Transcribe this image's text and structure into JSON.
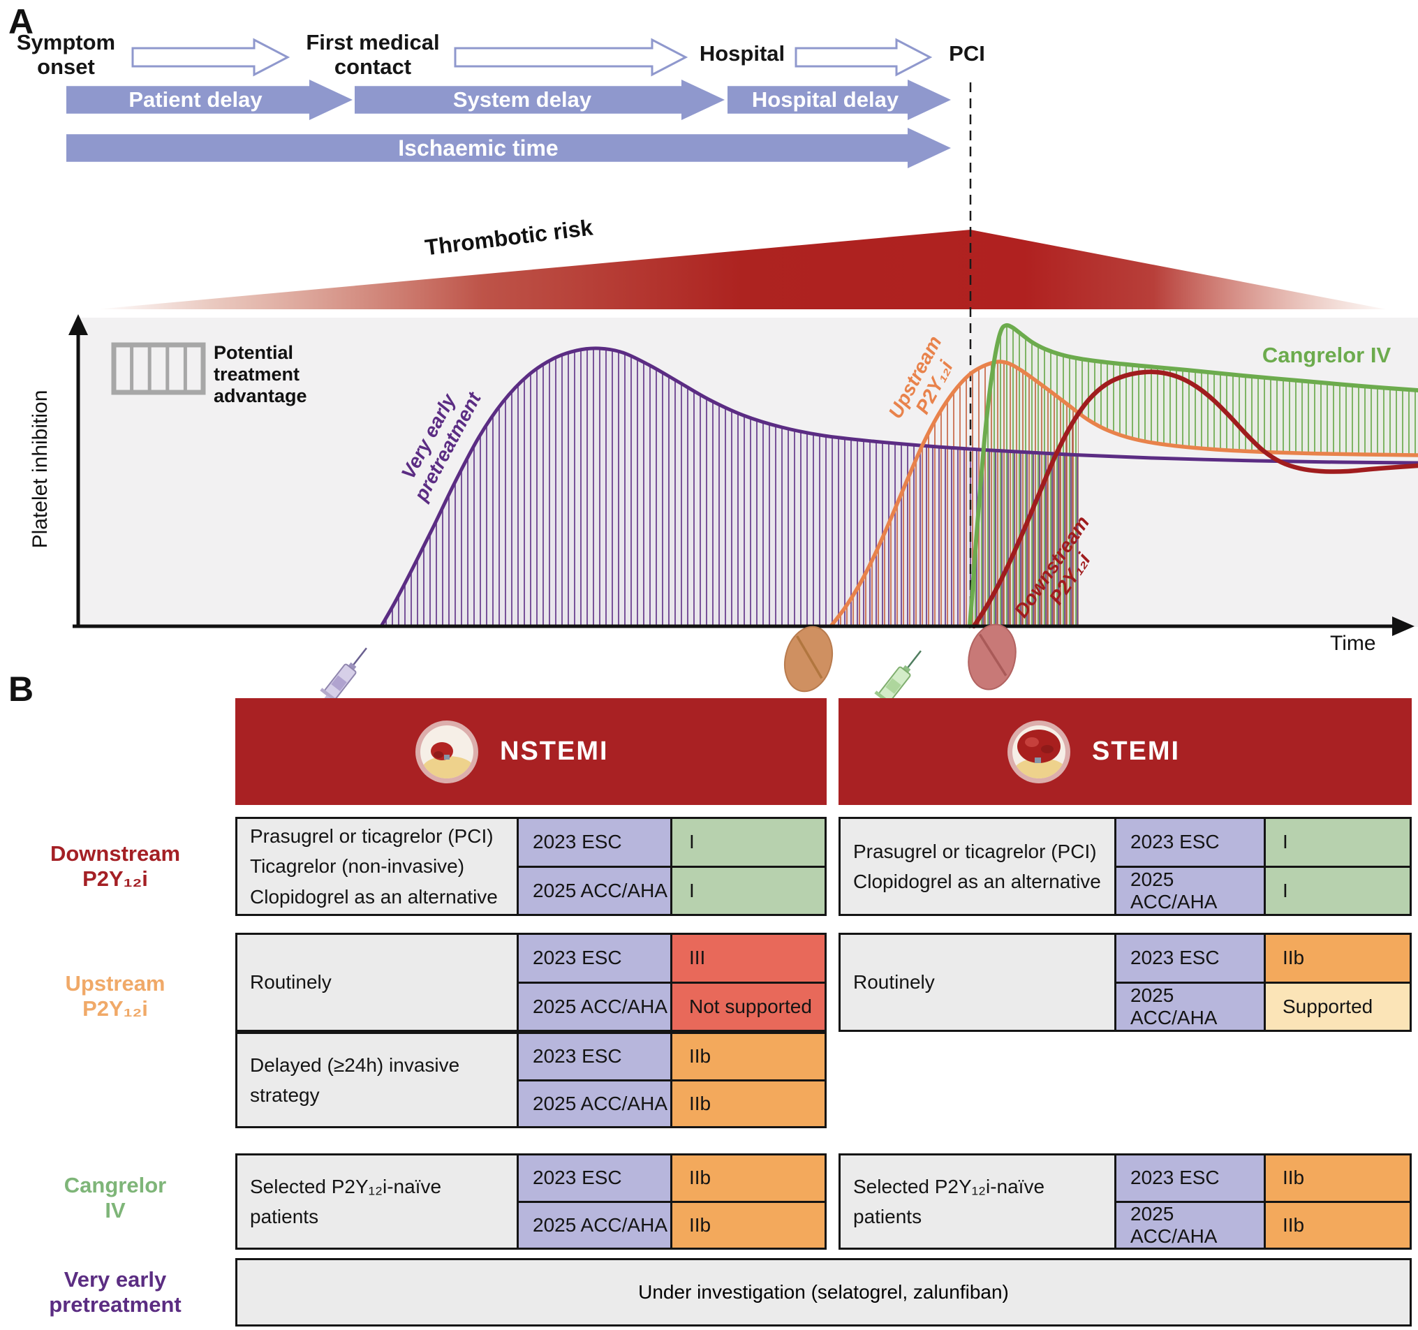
{
  "panelA": {
    "label": "A",
    "stages": {
      "symptom_onset": "Symptom\nonset",
      "first_medical_contact": "First medical\ncontact",
      "hospital": "Hospital",
      "pci": "PCI"
    },
    "delays": {
      "patient": "Patient delay",
      "system": "System delay",
      "hospital": "Hospital delay"
    },
    "ischaemic_time": "Ischaemic time",
    "thrombotic_risk": "Thrombotic risk",
    "legend": "Potential\ntreatment\nadvantage",
    "y_axis_label": "Platelet inhibition",
    "x_axis_label": "Time",
    "curve_labels": {
      "very_early": "Very early\npretreatment",
      "upstream": "Upstream\nP2Y₁₂i",
      "downstream": "Downstream\nP2Y₁₂i",
      "cangrelor": "Cangrelor IV"
    },
    "colors": {
      "arrow_blue": "#8f98cd",
      "thrombotic_red": "#b02421",
      "purple": "#5b2c83",
      "orange": "#e8824b",
      "green": "#6cab4d",
      "dark_red": "#a01c1e",
      "chart_bg": "#f2f1f2"
    }
  },
  "chart_data": {
    "type": "line",
    "x_axis_label": "Time",
    "y_axis_label": "Platelet inhibition",
    "annotation": "Dashed vertical line marks PCI; hatched areas show potential treatment advantage",
    "series": [
      {
        "name": "Very early pretreatment",
        "color": "#5b2c83",
        "width": 5,
        "points": [
          [
            546,
            897
          ],
          [
            566,
            862
          ],
          [
            592,
            812
          ],
          [
            620,
            756
          ],
          [
            652,
            690
          ],
          [
            686,
            626
          ],
          [
            720,
            576
          ],
          [
            756,
            538
          ],
          [
            792,
            514
          ],
          [
            826,
            502
          ],
          [
            858,
            499
          ],
          [
            892,
            505
          ],
          [
            930,
            523
          ],
          [
            970,
            546
          ],
          [
            1015,
            572
          ],
          [
            1065,
            595
          ],
          [
            1120,
            612
          ],
          [
            1180,
            624
          ],
          [
            1250,
            632
          ],
          [
            1330,
            639
          ],
          [
            1420,
            645
          ],
          [
            1530,
            651
          ],
          [
            1650,
            656
          ],
          [
            1800,
            660
          ],
          [
            1920,
            662
          ],
          [
            2031,
            663
          ]
        ]
      },
      {
        "name": "Upstream P2Y₁₂i",
        "color": "#e8824b",
        "width": 5.5,
        "points": [
          [
            1190,
            897
          ],
          [
            1212,
            868
          ],
          [
            1234,
            832
          ],
          [
            1256,
            788
          ],
          [
            1278,
            738
          ],
          [
            1300,
            686
          ],
          [
            1322,
            636
          ],
          [
            1344,
            594
          ],
          [
            1366,
            561
          ],
          [
            1388,
            537
          ],
          [
            1405,
            526
          ],
          [
            1420,
            520
          ],
          [
            1432,
            518
          ],
          [
            1446,
            521
          ],
          [
            1462,
            530
          ],
          [
            1482,
            544
          ],
          [
            1505,
            561
          ],
          [
            1530,
            580
          ],
          [
            1558,
            601
          ],
          [
            1588,
            617
          ],
          [
            1625,
            629
          ],
          [
            1670,
            637
          ],
          [
            1730,
            643
          ],
          [
            1800,
            647
          ],
          [
            1900,
            650
          ],
          [
            2031,
            652
          ]
        ]
      },
      {
        "name": "Cangrelor IV",
        "color": "#6cab4d",
        "width": 6,
        "points": [
          [
            1389,
            897
          ],
          [
            1393,
            845
          ],
          [
            1398,
            775
          ],
          [
            1404,
            700
          ],
          [
            1411,
            620
          ],
          [
            1419,
            550
          ],
          [
            1427,
            500
          ],
          [
            1434,
            473
          ],
          [
            1441,
            466
          ],
          [
            1450,
            469
          ],
          [
            1462,
            478
          ],
          [
            1478,
            490
          ],
          [
            1497,
            500
          ],
          [
            1520,
            508
          ],
          [
            1548,
            514
          ],
          [
            1585,
            519
          ],
          [
            1635,
            524
          ],
          [
            1700,
            530
          ],
          [
            1780,
            538
          ],
          [
            1870,
            546
          ],
          [
            1950,
            553
          ],
          [
            2031,
            559
          ]
        ]
      },
      {
        "name": "Downstream P2Y₁₂i",
        "color": "#a01c1e",
        "width": 6.5,
        "points": [
          [
            1395,
            897
          ],
          [
            1417,
            862
          ],
          [
            1440,
            818
          ],
          [
            1464,
            765
          ],
          [
            1488,
            708
          ],
          [
            1512,
            652
          ],
          [
            1536,
            606
          ],
          [
            1560,
            572
          ],
          [
            1585,
            550
          ],
          [
            1612,
            538
          ],
          [
            1640,
            533
          ],
          [
            1665,
            534
          ],
          [
            1690,
            541
          ],
          [
            1714,
            554
          ],
          [
            1738,
            573
          ],
          [
            1762,
            597
          ],
          [
            1786,
            623
          ],
          [
            1810,
            646
          ],
          [
            1835,
            662
          ],
          [
            1862,
            671
          ],
          [
            1892,
            675
          ],
          [
            1930,
            675
          ],
          [
            1975,
            671
          ],
          [
            2031,
            667
          ]
        ]
      }
    ]
  },
  "panelB": {
    "label": "B",
    "headers": {
      "nstemi": "NSTEMI",
      "stemi": "STEMI"
    },
    "header_color": "#a92123",
    "guidelines": [
      "2023 ESC",
      "2025 ACC/AHA"
    ],
    "row_labels": [
      {
        "text": "Downstream\nP2Y₁₂i",
        "color": "#a42025"
      },
      {
        "text": "Upstream\nP2Y₁₂i",
        "color": "#f0a968"
      },
      {
        "text": "Cangrelor\nIV",
        "color": "#7eb578"
      },
      {
        "text": "Very early\npretreatment",
        "color": "#5b2d82"
      }
    ],
    "nstemi": {
      "rows": [
        {
          "desc": "Prasugrel or ticagrelor (PCI)\nTicagrelor (non-invasive)\nClopidogrel as an alternative",
          "r": [
            {
              "v": "I",
              "c": "#b7d1ae"
            },
            {
              "v": "I",
              "c": "#b7d1ae"
            }
          ]
        },
        {
          "desc": "Routinely",
          "r": [
            {
              "v": "III",
              "c": "#e8695a"
            },
            {
              "v": "Not supported",
              "c": "#e8695a"
            }
          ]
        },
        {
          "desc": "Delayed (≥24h) invasive\nstrategy",
          "r": [
            {
              "v": "IIb",
              "c": "#f3a95c"
            },
            {
              "v": "IIb",
              "c": "#f3a95c"
            }
          ]
        },
        {
          "desc": "Selected P2Y₁₂i-naïve patients",
          "r": [
            {
              "v": "IIb",
              "c": "#f3a95c"
            },
            {
              "v": "IIb",
              "c": "#f3a95c"
            }
          ]
        }
      ]
    },
    "stemi": {
      "rows": [
        {
          "desc": "Prasugrel or ticagrelor (PCI)\nClopidogrel as an alternative",
          "r": [
            {
              "v": "I",
              "c": "#b7d1ae"
            },
            {
              "v": "I",
              "c": "#b7d1ae"
            }
          ]
        },
        {
          "desc": "Routinely",
          "r": [
            {
              "v": "IIb",
              "c": "#f3a95c"
            },
            {
              "v": "Supported",
              "c": "#fbe4b7"
            }
          ]
        },
        {
          "desc": "Selected P2Y₁₂i-naïve patients",
          "r": [
            {
              "v": "IIb",
              "c": "#f3a95c"
            },
            {
              "v": "IIb",
              "c": "#f3a95c"
            }
          ]
        }
      ]
    },
    "footer": "Under investigation (selatogrel, zalunfiban)"
  }
}
